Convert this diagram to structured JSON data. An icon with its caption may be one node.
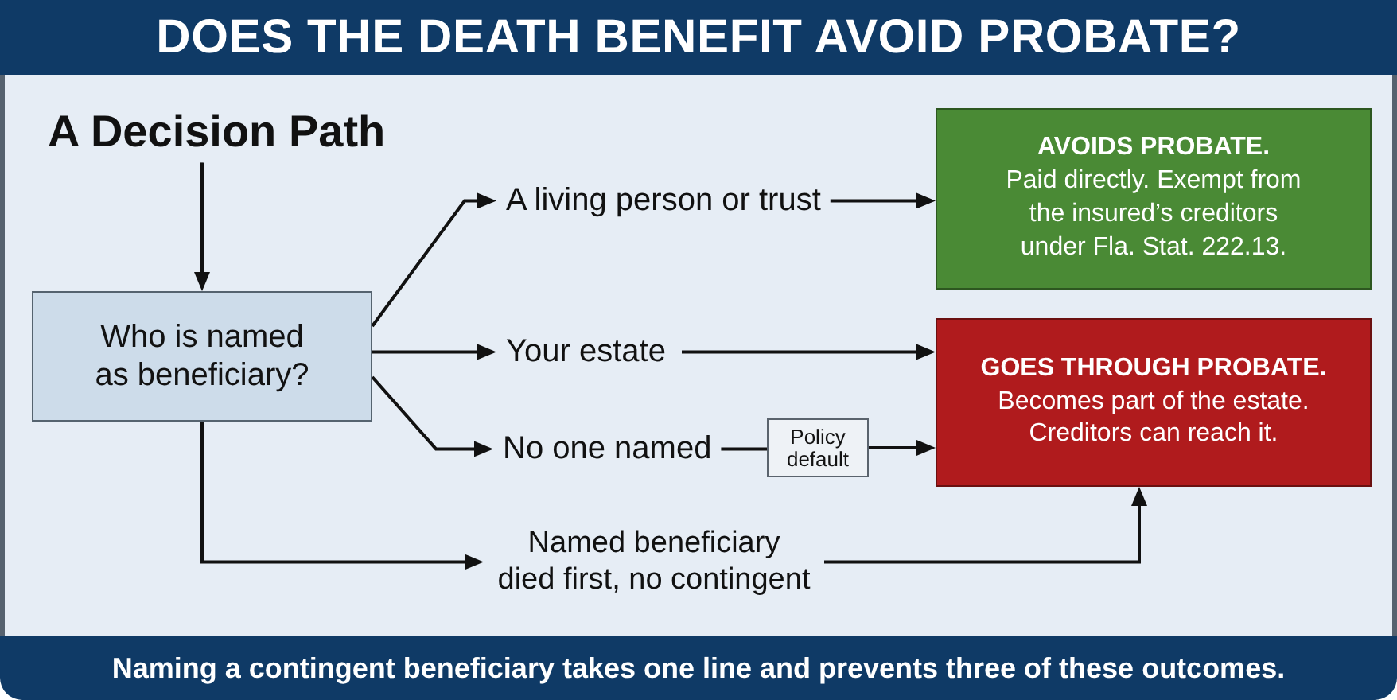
{
  "diagram": {
    "title": "DOES THE DEATH BENEFIT AVOID PROBATE?",
    "nodes": [
      {
        "text": [
          "A Decision Path"
        ]
      },
      {
        "text": [
          "Who is named as beneficiary?"
        ]
      },
      {
        "text": [
          "A living person or trust"
        ]
      },
      {
        "text": [
          "Your estate"
        ]
      },
      {
        "text": [
          "No one named"
        ]
      },
      {
        "text": [
          "Policy default"
        ]
      },
      {
        "text": [
          "Named beneficiary died first, no contingent"
        ]
      },
      {
        "text": [
          "AVOIDS PROBATE.",
          "Paid directly. Exempt from the insured’s creditors under Fla. Stat. 222.13."
        ]
      },
      {
        "text": [
          "GOES THROUGH PROBATE.",
          "Becomes part of the estate. Creditors can reach it."
        ]
      }
    ],
    "edges": [
      {
        "from": 0,
        "to": 1,
        "arrow": "to"
      },
      {
        "from": 1,
        "to": 2,
        "arrow": "to"
      },
      {
        "from": 1,
        "to": 3,
        "arrow": "to"
      },
      {
        "from": 1,
        "to": 4,
        "arrow": "to"
      },
      {
        "from": 1,
        "to": 6,
        "arrow": "to"
      },
      {
        "from": 2,
        "to": 7,
        "arrow": "to"
      },
      {
        "from": 3,
        "to": 8,
        "arrow": "to"
      },
      {
        "from": 4,
        "to": 5,
        "arrow": "none"
      },
      {
        "from": 5,
        "to": 8,
        "arrow": "to"
      },
      {
        "from": 6,
        "to": 8,
        "arrow": "to"
      }
    ],
    "caption": "Naming a contingent beneficiary takes one line and prevents three of these outcomes."
  }
}
